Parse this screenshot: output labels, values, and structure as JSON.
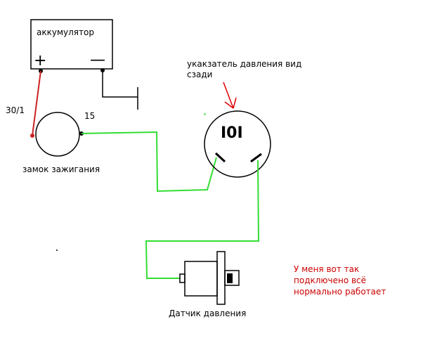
{
  "labels": {
    "battery": "аккумулятор",
    "battery_plus": "+",
    "battery_minus": "—",
    "terminal_30": "30/1",
    "terminal_15": "15",
    "ignition": "замок зажигания",
    "gauge_line1": "укакзатель давления вид",
    "gauge_line2": "сзади",
    "gauge_face": "I0I",
    "sensor": "Датчик давления",
    "note_line1": "У меня вот так",
    "note_line2": "подключено всё",
    "note_line3": "нормально работает"
  },
  "colors": {
    "wire_positive": "#cc2222",
    "wire_signal": "#33dd33",
    "wire_ground": "#000000",
    "outline": "#000000",
    "arrow": "#dd0000",
    "note": "#cc0000"
  }
}
